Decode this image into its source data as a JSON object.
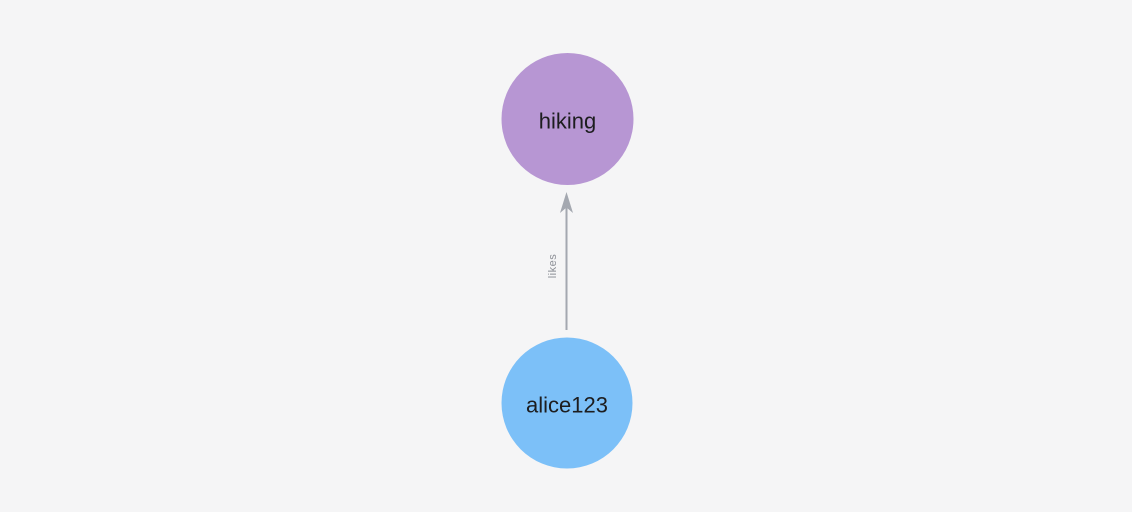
{
  "canvas": {
    "background": "#f5f5f6"
  },
  "graph": {
    "nodes": [
      {
        "id": "hiking",
        "label": "hiking",
        "color": "#b796d3",
        "text_color": "#1d1d1f"
      },
      {
        "id": "alice123",
        "label": "alice123",
        "color": "#7cc0f8",
        "text_color": "#1d1d1f"
      }
    ],
    "edges": [
      {
        "from": "alice123",
        "to": "hiking",
        "label": "likes",
        "color": "#a4a8b0",
        "label_color": "#8c8f96"
      }
    ]
  }
}
